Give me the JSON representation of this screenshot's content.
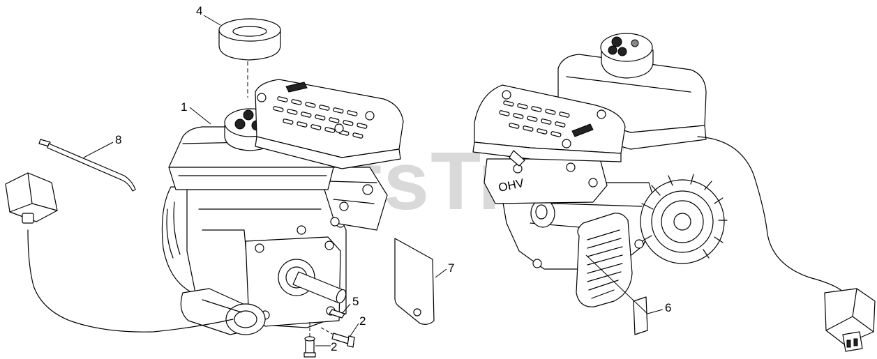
{
  "watermark": {
    "text": "PartsTree",
    "tm": "™"
  },
  "engine_labels": {
    "ohv": "OHV"
  },
  "callouts": [
    {
      "id": "c1",
      "label": "1"
    },
    {
      "id": "c2a",
      "label": "2"
    },
    {
      "id": "c2b",
      "label": "2"
    },
    {
      "id": "c4",
      "label": "4"
    },
    {
      "id": "c5",
      "label": "5"
    },
    {
      "id": "c6",
      "label": "6"
    },
    {
      "id": "c7",
      "label": "7"
    },
    {
      "id": "c8",
      "label": "8"
    }
  ]
}
